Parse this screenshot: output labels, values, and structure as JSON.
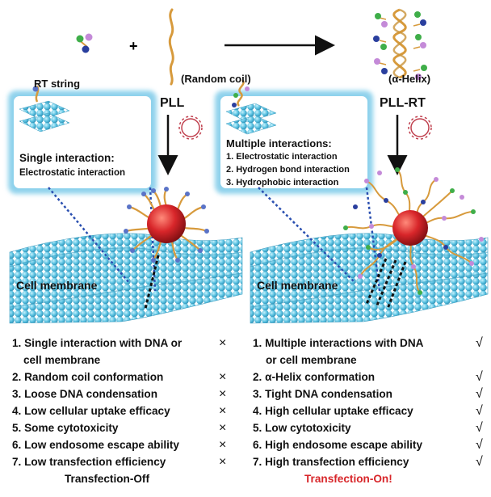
{
  "labels": {
    "rt_string": "RT string",
    "random_coil": "(Random coil)",
    "alpha_helix": "(α-Helix)",
    "pll": "PLL",
    "pll_rt": "PLL-RT",
    "cell_membrane_left": "Cell membrane",
    "cell_membrane_right": "Cell membrane"
  },
  "left_box": {
    "title": "Single interaction:",
    "items": [
      "Electrostatic interaction"
    ]
  },
  "right_box": {
    "title": "Multiple interactions:",
    "items": [
      "1. Electrostatic interaction",
      "2. Hydrogen bond interaction",
      "3. Hydrophobic interaction"
    ]
  },
  "left_list": {
    "mark": "×",
    "items": [
      [
        "1. Single interaction with DNA or",
        "cell membrane"
      ],
      [
        "2. Random coil conformation"
      ],
      [
        "3. Loose DNA condensation"
      ],
      [
        "4. Low cellular uptake efficacy"
      ],
      [
        "5. Some cytotoxicity"
      ],
      [
        "6. Low  endosome escape ability"
      ],
      [
        "7. Low transfection efficiency"
      ]
    ],
    "outcome": "Transfection-Off"
  },
  "right_list": {
    "mark": "√",
    "items": [
      [
        "1. Multiple  interactions with DNA",
        "or cell membrane"
      ],
      [
        "2. α-Helix conformation"
      ],
      [
        "3. Tight DNA condensation"
      ],
      [
        "4. High cellular uptake efficacy"
      ],
      [
        "5. Low cytotoxicity"
      ],
      [
        "6. High endosome escape ability"
      ],
      [
        "7. High transfection efficiency"
      ]
    ],
    "outcome": "Transfection-On!"
  },
  "colors": {
    "membrane": "#5fc6e4",
    "box_glow": "#8fd2ec",
    "box_fill": "#ffffff",
    "polymer": "#d79a3c",
    "dna_core": "#d8262a",
    "dna_ring": "#c0404e",
    "outcome_on": "#d8262a",
    "outcome_off": "#111111"
  }
}
